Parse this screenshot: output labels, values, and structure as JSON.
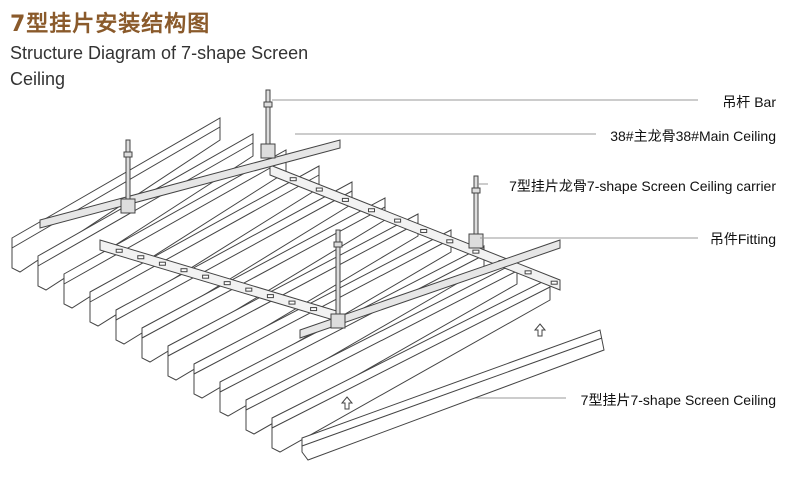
{
  "title": {
    "cn": "7型挂片安装结构图",
    "en": "Structure Diagram of 7-shape Screen Ceiling"
  },
  "labels": {
    "bar": "吊杆 Bar",
    "main_ceiling": "38#主龙骨38#Main Ceiling",
    "carrier": "7型挂片龙骨7-shape Screen Ceiling carrier",
    "fitting": "吊件Fitting",
    "screen": "7型挂片7-shape Screen Ceiling"
  },
  "colors": {
    "line": "#444444",
    "title_cn": "#8a5a2b",
    "title_en": "#333333",
    "leader": "#999999"
  }
}
